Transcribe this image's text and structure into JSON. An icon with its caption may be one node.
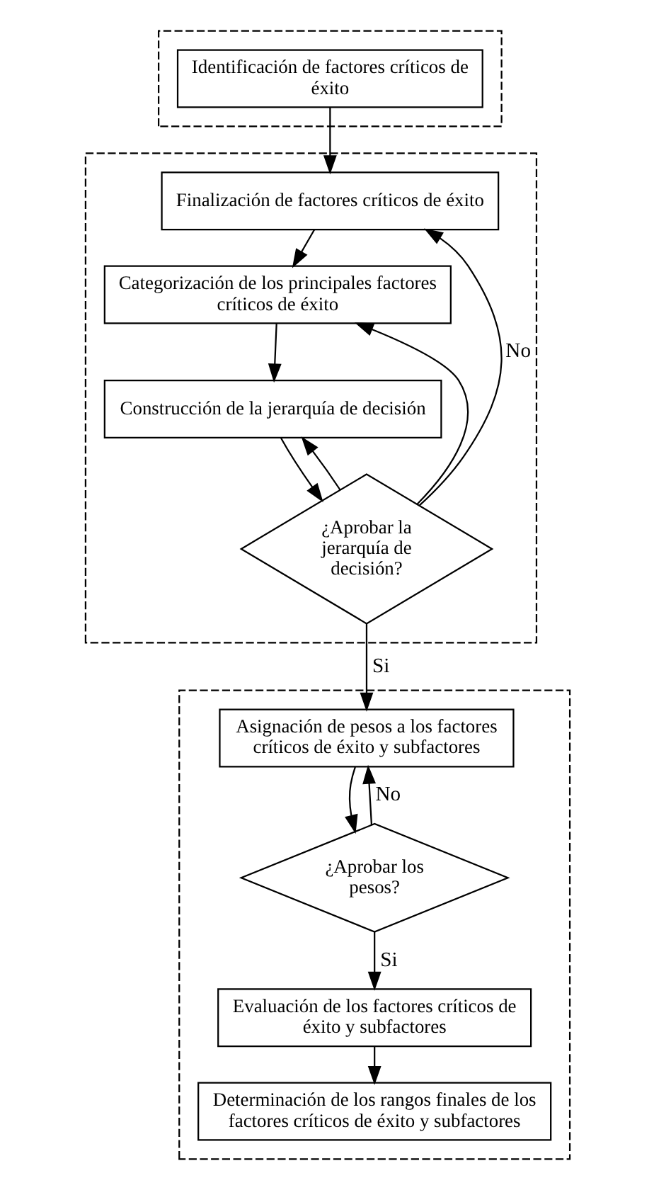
{
  "diagram": {
    "nodes": [
      {
        "text": [],
        "shape": "box"
      },
      {
        "text": [
          "Identificación de factores críticos de éxito"
        ],
        "in": 0
      },
      {
        "text": [],
        "shape": "box"
      },
      {
        "text": [
          "Finalización de factores críticos de éxito"
        ],
        "in": 2
      },
      {
        "text": [
          "Categorización de los principales factores críticos de éxito"
        ],
        "in": 2
      },
      {
        "text": [
          "Construcción de la jerarquía de decisión"
        ],
        "in": 2
      },
      {
        "text": [
          "¿Aprobar la jerarquía de decisión?"
        ],
        "in": 2
      },
      {
        "text": [],
        "shape": "box"
      },
      {
        "text": [
          "Asignación de pesos a los factores críticos de éxito y subfactores"
        ],
        "in": 7
      },
      {
        "text": [
          "¿Aprobar los pesos?"
        ],
        "in": 7
      },
      {
        "text": [
          "Evaluación de los factores críticos de éxito y subfactores"
        ],
        "in": 7
      },
      {
        "text": [
          "Determinación de los rangos finales de los factores críticos de éxito y subfactores"
        ],
        "in": 7
      }
    ],
    "edges": [
      {
        "from": 1,
        "to": 3,
        "arrow": "to"
      },
      {
        "from": 3,
        "to": 4,
        "arrow": "to"
      },
      {
        "from": 4,
        "to": 5,
        "arrow": "to"
      },
      {
        "from": 5,
        "to": 6,
        "arrow": "to"
      },
      {
        "from": 6,
        "to": 3,
        "arrow": "to",
        "label": "No"
      },
      {
        "from": 6,
        "to": 4,
        "arrow": "to"
      },
      {
        "from": 6,
        "to": 5,
        "arrow": "to"
      },
      {
        "from": 6,
        "to": 8,
        "arrow": "to",
        "label": "Si"
      },
      {
        "from": 8,
        "to": 9,
        "arrow": "to"
      },
      {
        "from": 9,
        "to": 8,
        "arrow": "to",
        "label": "No"
      },
      {
        "from": 9,
        "to": 10,
        "arrow": "to",
        "label": "Si"
      },
      {
        "from": 10,
        "to": 11,
        "arrow": "to"
      }
    ]
  }
}
